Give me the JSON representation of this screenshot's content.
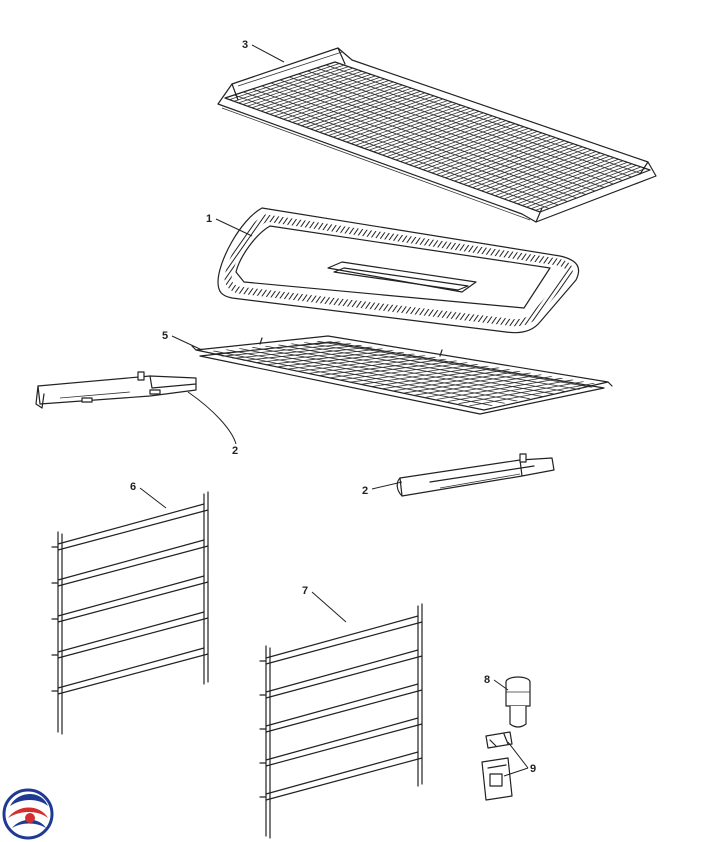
{
  "callouts": {
    "c1": "1",
    "c2a": "2",
    "c2b": "2",
    "c3": "3",
    "c5": "5",
    "c6": "6",
    "c7": "7",
    "c8": "8",
    "c9": "9"
  },
  "colors": {
    "line": "#222222",
    "background": "#ffffff",
    "logo_blue": "#1f3a93",
    "logo_red": "#d32f2f"
  },
  "icons": {
    "logo": "brand-swirl-logo"
  }
}
